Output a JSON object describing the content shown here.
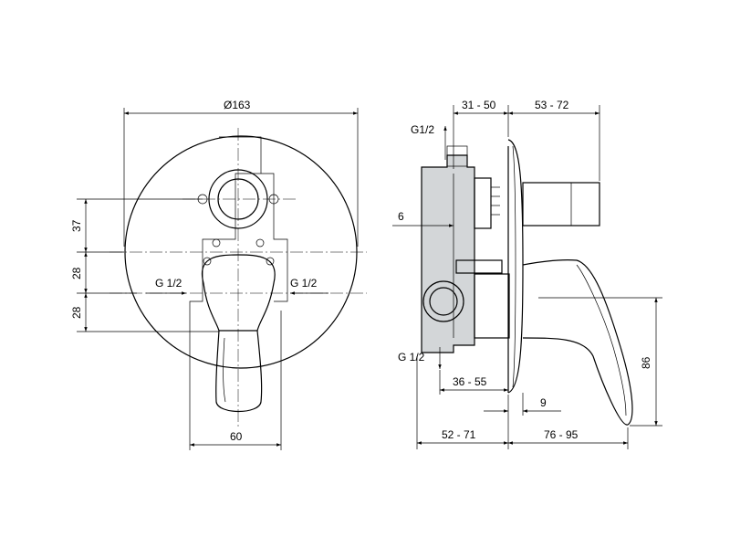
{
  "front_view": {
    "diameter_label": "Ø163",
    "dim_37": "37",
    "dim_28_upper": "28",
    "dim_28_lower": "28",
    "dim_60": "60",
    "inlet_left": "G 1/2",
    "inlet_right": "G 1/2"
  },
  "side_view": {
    "outlet_top": "G1/2",
    "outlet_bottom": "G 1/2",
    "dim_31_50": "31 - 50",
    "dim_53_72": "53 - 72",
    "dim_6": "6",
    "dim_36_55": "36 - 55",
    "dim_9": "9",
    "dim_52_71": "52 - 71",
    "dim_76_95": "76 - 95",
    "dim_86": "86"
  }
}
